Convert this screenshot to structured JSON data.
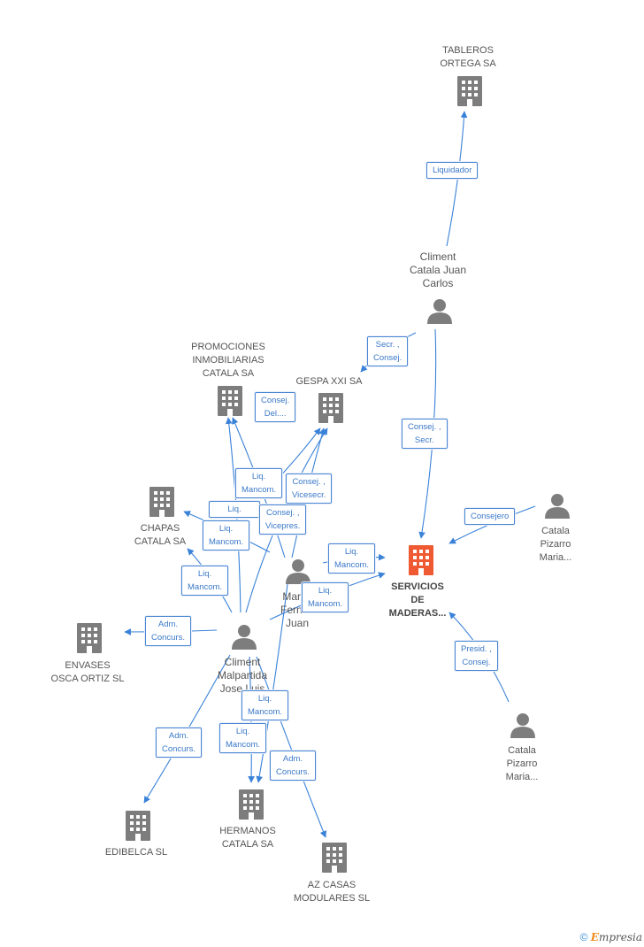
{
  "colors": {
    "company": "#7d7d7d",
    "focus": "#ef5a33",
    "person": "#7d7d7d",
    "edge": "#3a82d8"
  },
  "nodes": {
    "tableros": {
      "label": "TABLEROS\nORTEGA SA"
    },
    "climent_carlos": {
      "label": "Climent\nCatala Juan\nCarlos"
    },
    "promociones": {
      "label": "PROMOCIONES\nINMOBILIARIAS\nCATALA SA"
    },
    "gespa": {
      "label": "GESPA XXI SA"
    },
    "chapas": {
      "label": "CHAPAS\nCATALA SA"
    },
    "catala_1": {
      "label": "Catala\nPizarro\nMaria..."
    },
    "martin": {
      "label": "Martin\nFernan\nJuan"
    },
    "servicios": {
      "label": "SERVICIOS\nDE\nMADERAS..."
    },
    "envases": {
      "label": "ENVASES\nOSCA ORTIZ SL"
    },
    "climent_jose": {
      "label": "Climent\nMalpartida\nJose Luis"
    },
    "catala_2": {
      "label": "Catala\nPizarro\nMaria..."
    },
    "edibelca": {
      "label": "EDIBELCA SL"
    },
    "hermanos": {
      "label": "HERMANOS\nCATALA SA"
    },
    "azcasas": {
      "label": "AZ CASAS\nMODULARES SL"
    }
  },
  "roles": {
    "liquidador": "Liquidador",
    "secr_consej": "Secr. ,\nConsej.",
    "consej_del": "Consej.\nDel....",
    "consej_secr": "Consej. ,\nSecr.",
    "consejero": "Consejero",
    "liq_mancom_1": "Liq.\nMancom.",
    "consej_vicesecr": "Consej. ,\nVicesecr.",
    "liq": "Liq.",
    "consej_vicepres": "Consej. ,\nVicepres.",
    "liq_mancom_2": "Liq.\nMancom.",
    "liq_mancom_3": "Liq.\nMancom.",
    "liq_mancom_4": "Liq.\nMancom.",
    "liq_mancom_5": "Liq.\nMancom.",
    "adm_concurs_1": "Adm.\nConcurs.",
    "presid_consej": "Presid. ,\nConsej.",
    "liq_mancom_6": "Liq.\nMancom.",
    "adm_concurs_2": "Adm.\nConcurs.",
    "liq_mancom_7": "Liq.\nMancom.",
    "adm_concurs_3": "Adm.\nConcurs."
  },
  "footer": {
    "copyright": "©",
    "brand_first": "E",
    "brand_rest": "mpresia"
  }
}
